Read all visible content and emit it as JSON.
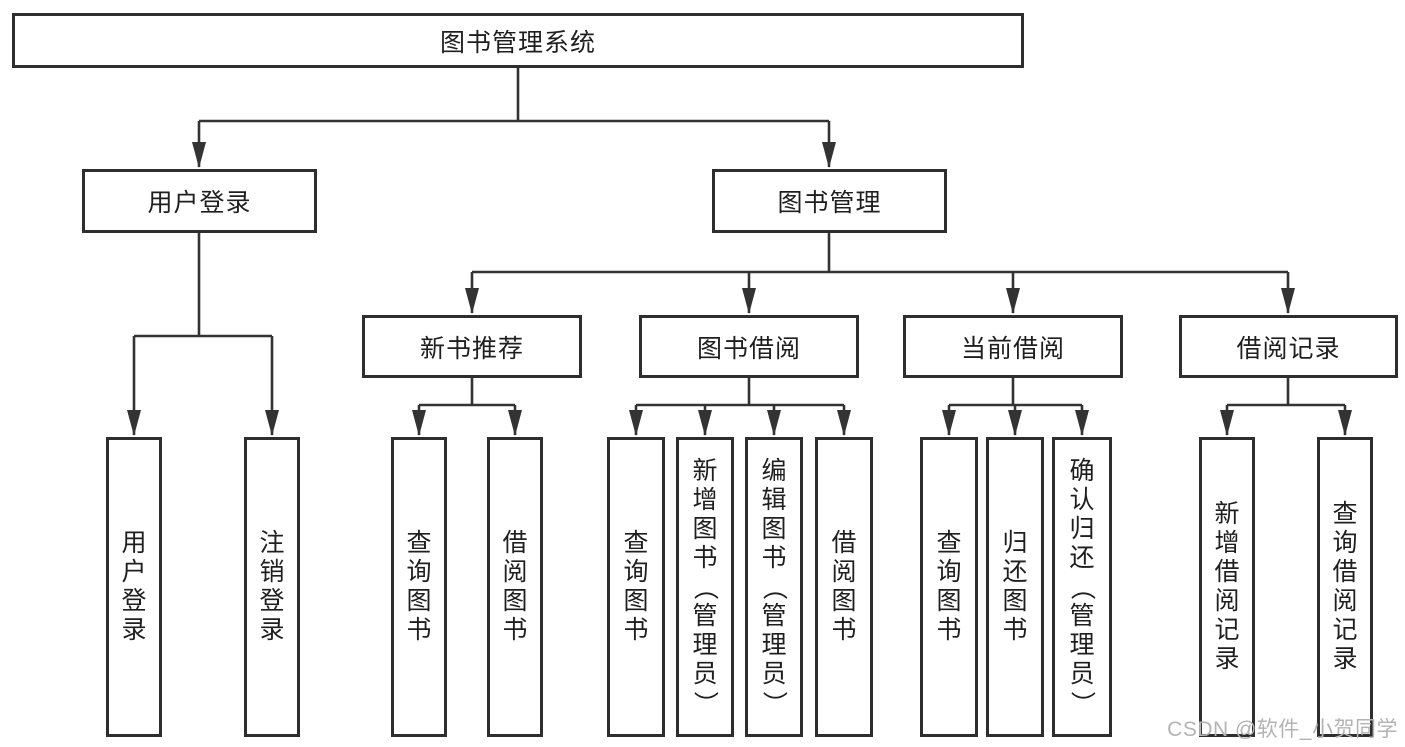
{
  "colors": {
    "background": "#ffffff",
    "box_border": "#2e2e2e",
    "connector_line": "#333333",
    "label_text": "#1f1f1f",
    "watermark_text": "#b3b3b3"
  },
  "tree": {
    "label": "图书管理系统",
    "children": [
      {
        "label": "用户登录",
        "children": [
          {
            "label": "用户登录"
          },
          {
            "label": "注销登录"
          }
        ]
      },
      {
        "label": "图书管理",
        "children": [
          {
            "label": "新书推荐",
            "children": [
              {
                "label": "查询图书"
              },
              {
                "label": "借阅图书"
              }
            ]
          },
          {
            "label": "图书借阅",
            "children": [
              {
                "label": "查询图书"
              },
              {
                "label": "新增图书（管理员）"
              },
              {
                "label": "编辑图书（管理员）"
              },
              {
                "label": "借阅图书"
              }
            ]
          },
          {
            "label": "当前借阅",
            "children": [
              {
                "label": "查询图书"
              },
              {
                "label": "归还图书"
              },
              {
                "label": "确认归还（管理员）"
              }
            ]
          },
          {
            "label": "借阅记录",
            "children": [
              {
                "label": "新增借阅记录"
              },
              {
                "label": "查询借阅记录"
              }
            ]
          }
        ]
      }
    ]
  },
  "watermark": {
    "text": "CSDN @软件_小贺同学"
  }
}
